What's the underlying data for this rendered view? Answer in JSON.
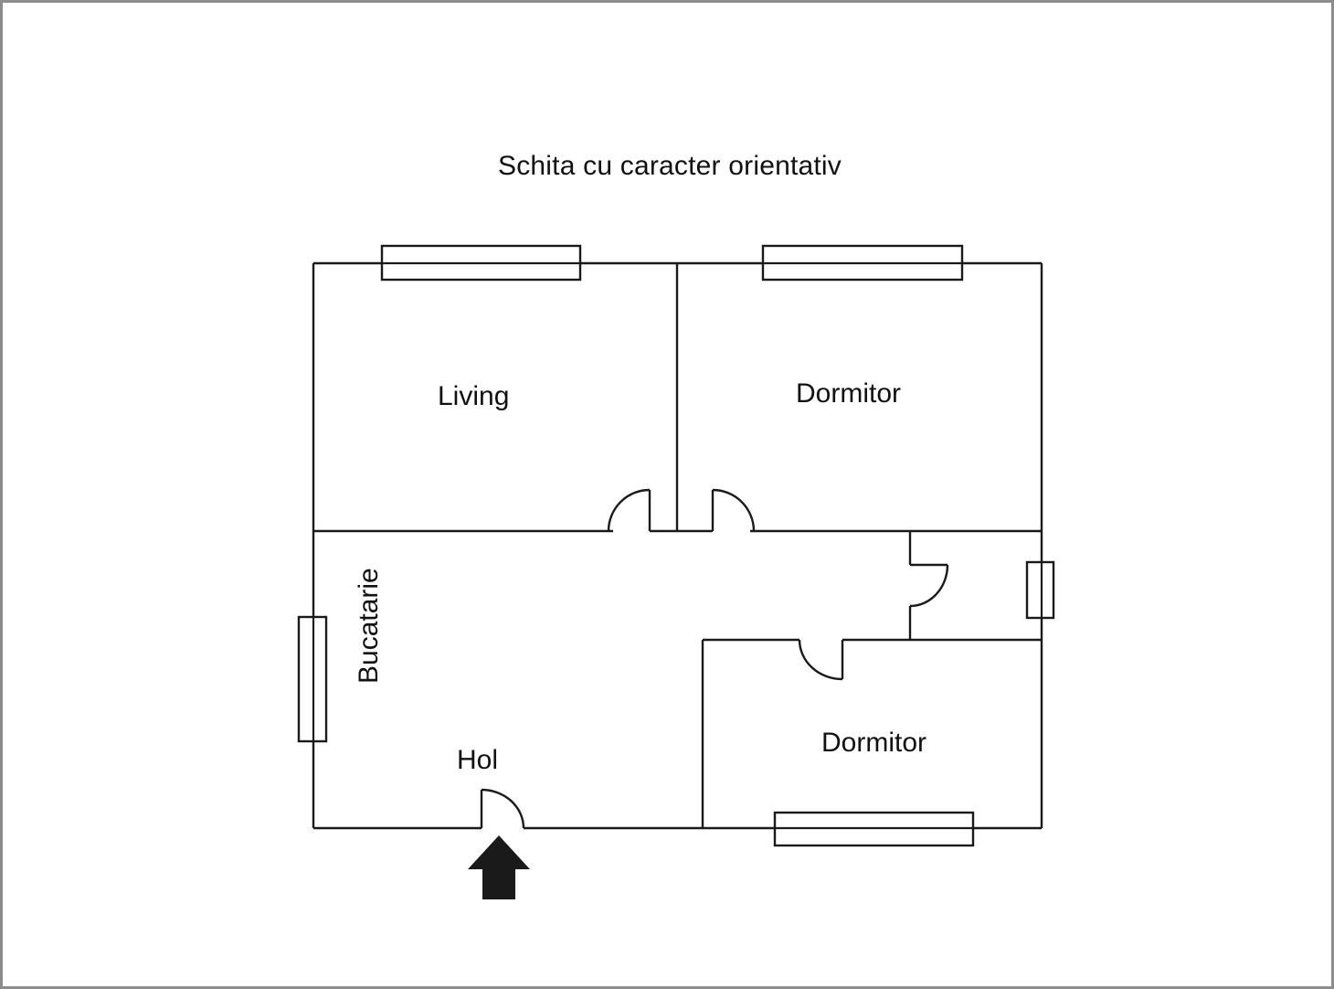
{
  "document": {
    "title": "Schita cu caracter orientativ",
    "type": "floor-plan",
    "language": "ro",
    "border_color": "#8c8c8c",
    "background_color": "#ffffff",
    "line_color": "#1a1a1a"
  },
  "rooms": [
    {
      "id": "living",
      "label": "Living"
    },
    {
      "id": "dormitor-1",
      "label": "Dormitor"
    },
    {
      "id": "dormitor-2",
      "label": "Dormitor"
    },
    {
      "id": "bucatarie",
      "label": "Bucatarie",
      "orientation": "vertical"
    },
    {
      "id": "hol",
      "label": "Hol"
    }
  ],
  "features": {
    "windows": [
      {
        "id": "window-top-left",
        "wall": "top",
        "orientation": "horizontal"
      },
      {
        "id": "window-top-right",
        "wall": "top",
        "orientation": "horizontal"
      },
      {
        "id": "window-left",
        "wall": "left",
        "orientation": "vertical"
      },
      {
        "id": "window-right",
        "wall": "right",
        "orientation": "vertical"
      },
      {
        "id": "window-bottom",
        "wall": "bottom",
        "orientation": "horizontal"
      }
    ],
    "doors": [
      {
        "id": "door-living",
        "swing": "left"
      },
      {
        "id": "door-dormitor-1",
        "swing": "right"
      },
      {
        "id": "door-bathroom",
        "swing": "down-left"
      },
      {
        "id": "door-dormitor-2",
        "swing": "down-right"
      },
      {
        "id": "door-entrance",
        "swing": "right"
      }
    ],
    "entrance_arrow": {
      "id": "entrance-arrow",
      "direction": "up"
    }
  }
}
